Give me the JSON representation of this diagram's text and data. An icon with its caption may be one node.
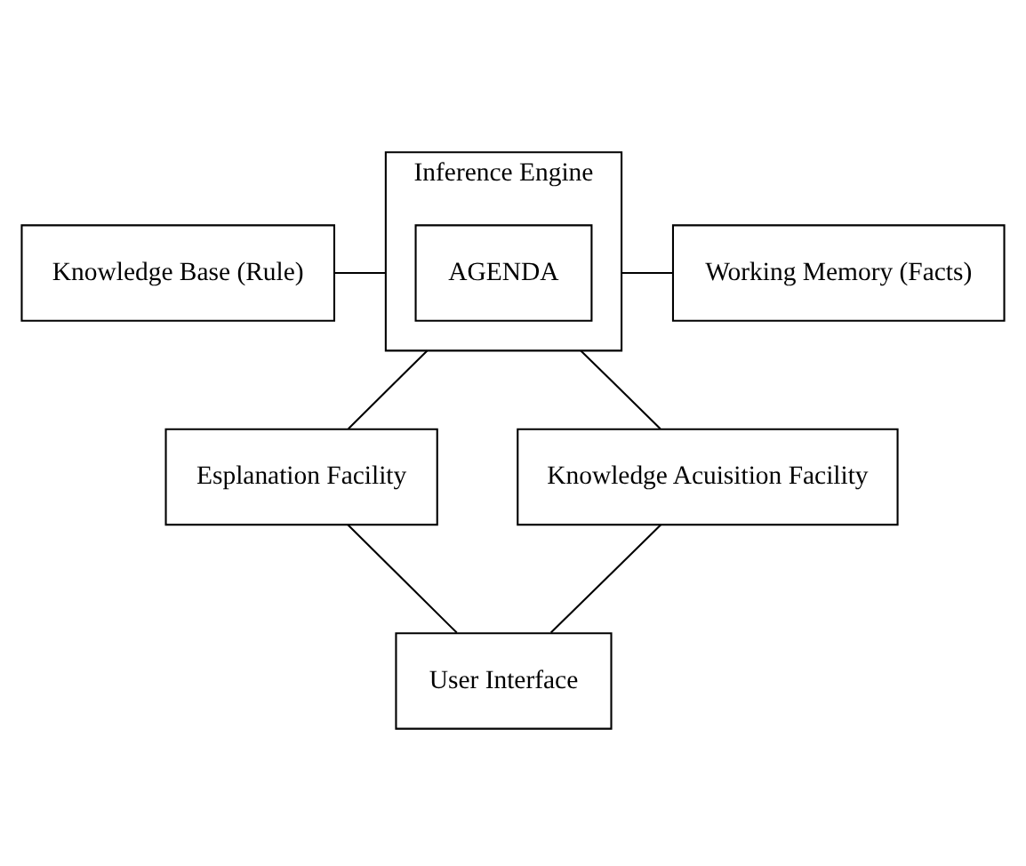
{
  "diagram": {
    "nodes": [
      {
        "text": [
          "Knowledge Base (Rule)"
        ]
      },
      {
        "text": [
          "Inference Engine"
        ]
      },
      {
        "text": [
          "AGENDA"
        ],
        "in": 1
      },
      {
        "text": [
          "Working Memory (Facts)"
        ]
      },
      {
        "text": [
          "Esplanation Facility"
        ]
      },
      {
        "text": [
          "Knowledge Acuisition Facility"
        ]
      },
      {
        "text": [
          "User Interface"
        ]
      }
    ],
    "edges": [
      {
        "from": 0,
        "to": 1,
        "arrow": "none"
      },
      {
        "from": 1,
        "to": 3,
        "arrow": "none"
      },
      {
        "from": 1,
        "to": 4,
        "arrow": "none"
      },
      {
        "from": 1,
        "to": 5,
        "arrow": "none"
      },
      {
        "from": 4,
        "to": 6,
        "arrow": "none"
      },
      {
        "from": 5,
        "to": 6,
        "arrow": "none"
      }
    ]
  }
}
